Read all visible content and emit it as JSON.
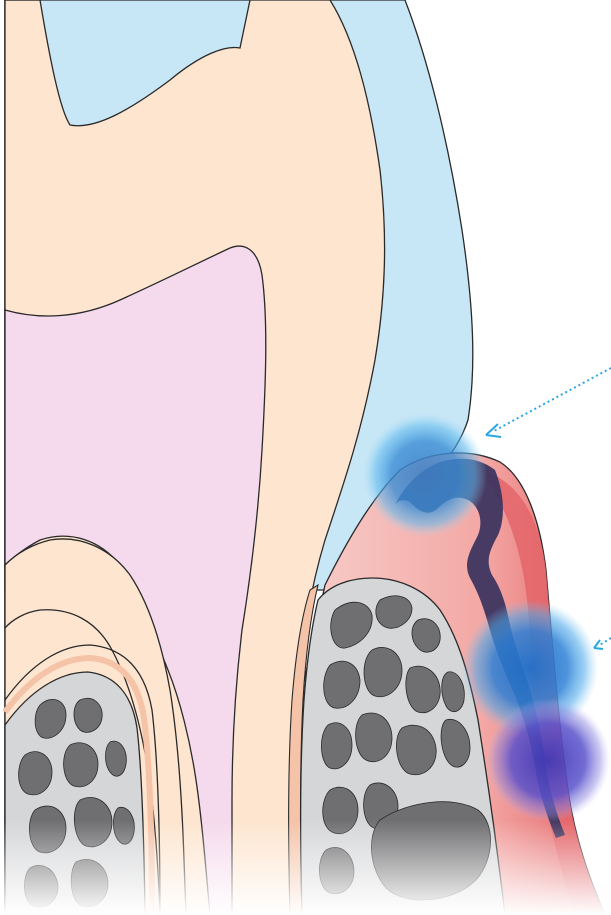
{
  "diagram": {
    "subject": "tooth-cross-section-gum-inflammation",
    "colors": {
      "background": "#ffffff",
      "enamel": "#c7e6f6",
      "dentin": "#fde5cf",
      "pulp": "#f5d9ec",
      "cementum": "#f4c3a8",
      "gum_light": "#f7c4c0",
      "gum_inflamed": "#e7686a",
      "bone": "#d5d6d8",
      "trabecula": "#6f6f71",
      "inflammation_blue": "#2e93d8",
      "inflammation_purple": "#5a4fc7",
      "arrow": "#2aa6e0",
      "outline": "#2a2a2a"
    },
    "arrows": [
      {
        "id": "upper",
        "target": "gumline-pocket"
      },
      {
        "id": "lower",
        "target": "deep-gum-tissue"
      }
    ]
  }
}
